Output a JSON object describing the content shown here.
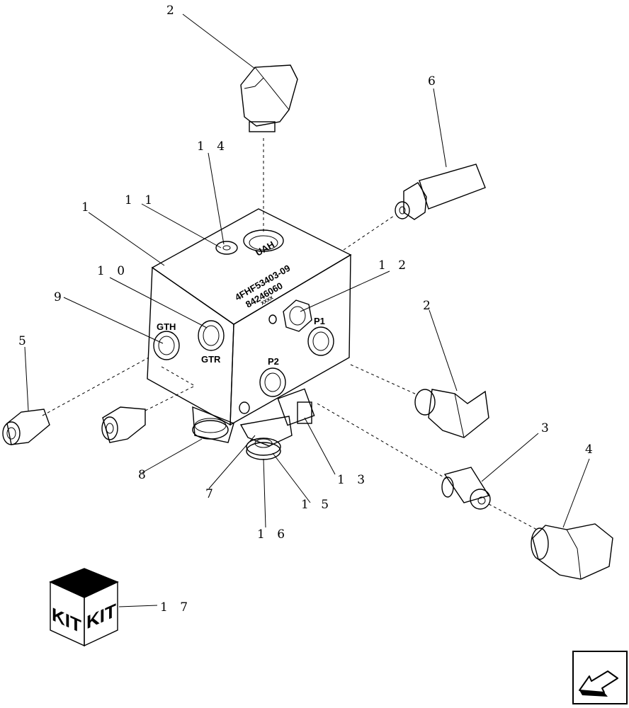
{
  "callouts": {
    "c1": "1",
    "c2a": "2",
    "c2b": "2",
    "c3": "3",
    "c4": "4",
    "c5": "5",
    "c6": "6",
    "c7": "7",
    "c8": "8",
    "c9": "9",
    "c10": "1 0",
    "c11": "1 1",
    "c12": "1 2",
    "c13": "1 3",
    "c14": "1 4",
    "c15": "1 5",
    "c16": "1 6",
    "c17": "1 7"
  },
  "block": {
    "port_top": "UAH",
    "port_gth": "GTH",
    "port_gtr": "GTR",
    "port_p1": "P1",
    "port_p2": "P2",
    "part_no": "4FHF53403-09",
    "serial": "84246060",
    "code": "XXXX"
  },
  "kit": {
    "left": "KIT",
    "right": "KIT"
  },
  "nav": {
    "icon": "arrow-back-icon"
  }
}
